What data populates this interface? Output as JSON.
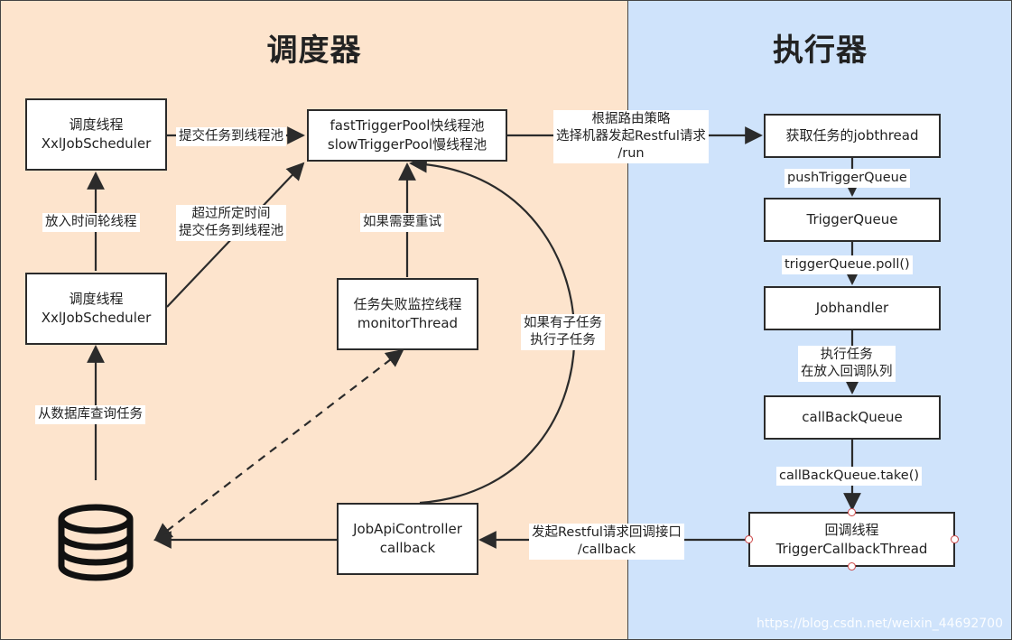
{
  "sections": {
    "scheduler": "调度器",
    "executor": "执行器"
  },
  "boxes": {
    "scheduler_thread_top": [
      "调度线程",
      "XxlJobScheduler"
    ],
    "trigger_pool": [
      "fastTriggerPool快线程池",
      "slowTriggerPool慢线程池"
    ],
    "scheduler_thread_mid": [
      "调度线程",
      "XxlJobScheduler"
    ],
    "monitor_thread": [
      "任务失败监控线程",
      "monitorThread"
    ],
    "api_controller": [
      "JobApiController",
      "callback"
    ],
    "get_jobthread": [
      "获取任务的jobthread"
    ],
    "trigger_queue": [
      "TriggerQueue"
    ],
    "jobhandler": [
      "Jobhandler"
    ],
    "callback_queue": [
      "callBackQueue"
    ],
    "callback_thread": [
      "回调线程",
      "TriggerCallbackThread"
    ]
  },
  "labels": {
    "submit_pool": [
      "提交任务到线程池"
    ],
    "timewheel": [
      "放入时间轮线程"
    ],
    "timeout_submit": [
      "超过所定时间",
      "提交任务到线程池"
    ],
    "retry": [
      "如果需要重试"
    ],
    "from_db": [
      "从数据库查询任务"
    ],
    "child_task": [
      "如果有子任务",
      "执行子任务"
    ],
    "route": [
      "根据路由策略",
      "选择机器发起Restful请求",
      "/run"
    ],
    "push_trigger": [
      "pushTriggerQueue"
    ],
    "poll": [
      "triggerQueue.poll()"
    ],
    "execute": [
      "执行任务",
      "在放入回调队列"
    ],
    "take": [
      "callBackQueue.take()"
    ],
    "callback_req": [
      "发起Restful请求回调接口",
      "/callback"
    ]
  },
  "icons": {
    "database": "database-icon"
  },
  "watermark": "https://blog.csdn.net/weixin_44692700",
  "colors": {
    "scheduler_bg": "#fde4cd",
    "executor_bg": "#cfe3fb",
    "line": "#2b2b2b"
  }
}
